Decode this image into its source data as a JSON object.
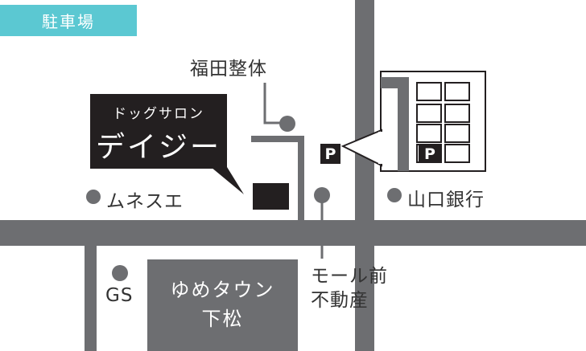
{
  "badge": {
    "label": "駐車場",
    "color": "#5bc8d2"
  },
  "salon": {
    "subtitle": "ドッグサロン",
    "title": "デイジー"
  },
  "landmarks": {
    "fukuda": "福田整体",
    "munesue": "ムネスエ",
    "yamaguchi_bank": "山口銀行",
    "gs": "GS",
    "youme_town_line1": "ゆめタウン",
    "youme_town_line2": "下松",
    "mall_front_line1": "モール前",
    "mall_front_line2": "不動産"
  },
  "parking": {
    "marker": "P",
    "lot_marker": "P"
  },
  "colors": {
    "road": "#6d6e71",
    "dark": "#231f20",
    "dot": "#6d6e71"
  }
}
